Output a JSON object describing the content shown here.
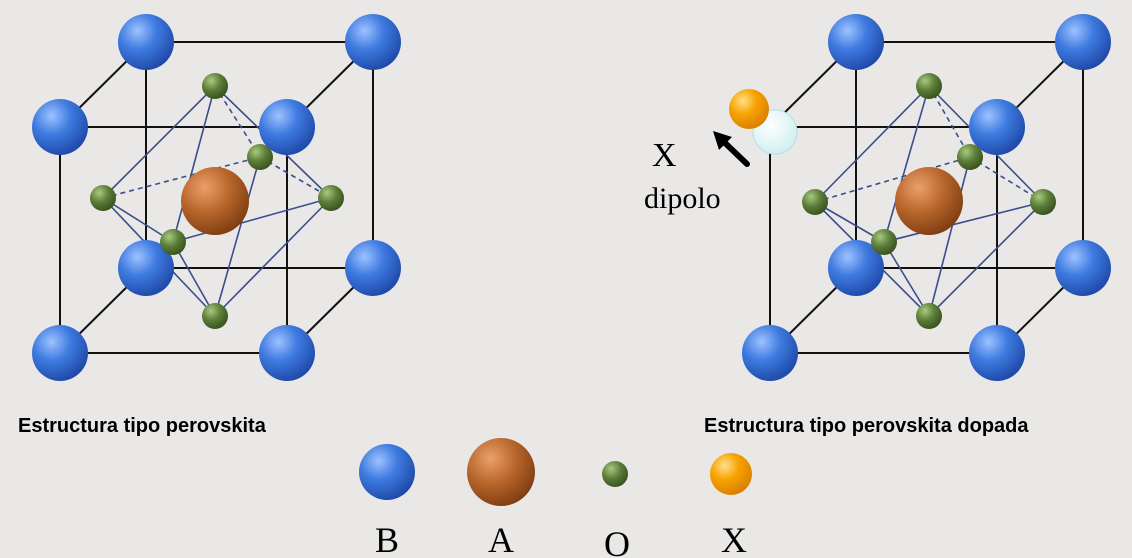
{
  "diagram": {
    "left_caption": "Estructura tipo perovskita",
    "right_caption": "Estructura tipo perovskita dopada",
    "dipole_symbol": "X",
    "dipole_label": "dipolo"
  },
  "legend": [
    {
      "symbol": "B",
      "icon": "blue-sphere-icon",
      "color": "#3f7be0"
    },
    {
      "symbol": "A",
      "icon": "brown-sphere-icon",
      "color": "#b8662b"
    },
    {
      "symbol": "O",
      "icon": "green-sphere-icon",
      "color": "#5c7d3a"
    },
    {
      "symbol": "X",
      "icon": "orange-sphere-icon",
      "color": "#f7a300"
    }
  ],
  "colors": {
    "background": "#e9e8e6",
    "cube_edge": "#111111",
    "octahedron_edge": "#3b4e8c",
    "vacancy": "#e6f6f7"
  }
}
